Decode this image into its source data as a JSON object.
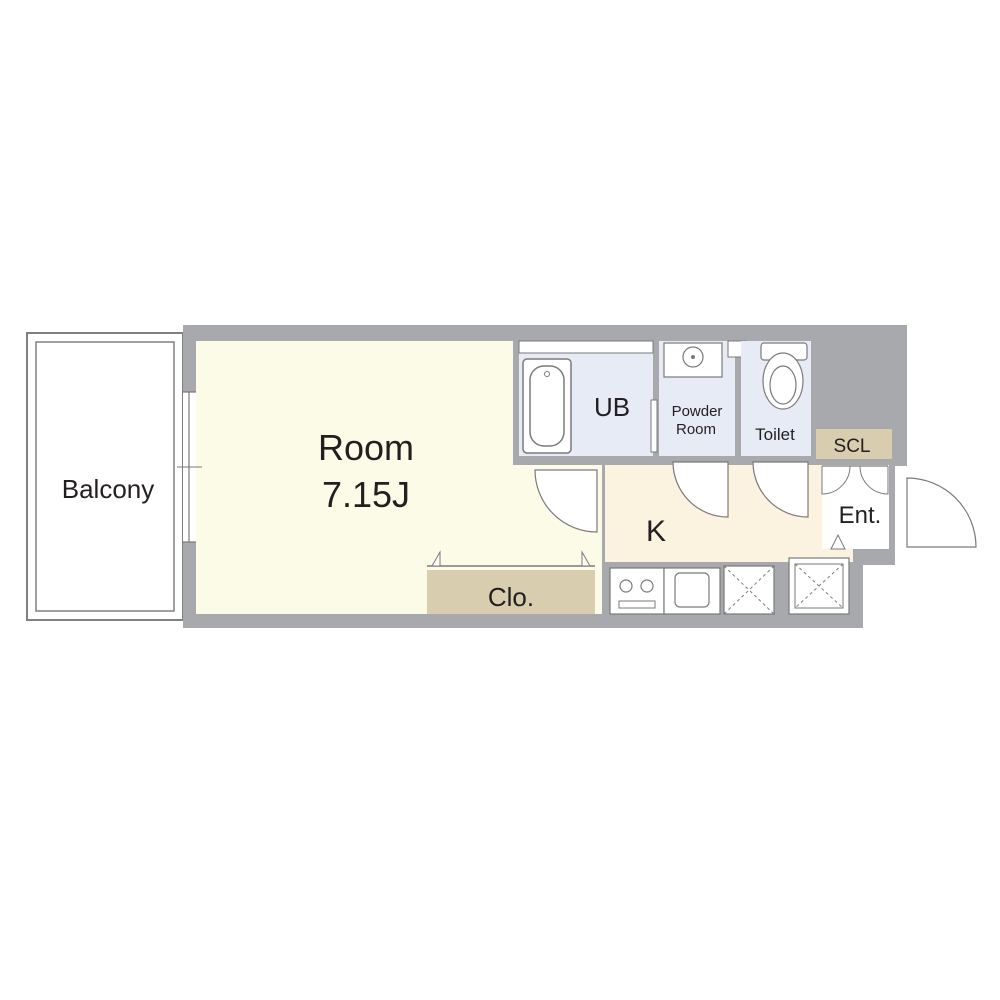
{
  "rooms": {
    "balcony": "Balcony",
    "room_name": "Room",
    "room_size": "7.15J",
    "closet": "Clo.",
    "unit_bath": "UB",
    "powder_room_line1": "Powder",
    "powder_room_line2": "Room",
    "toilet": "Toilet",
    "kitchen": "K",
    "shoe_closet": "SCL",
    "entrance": "Ent."
  },
  "colors": {
    "wall": "#a7a9ac",
    "room_floor": "#fbfbe8",
    "wet_area_floor": "#e6ebf5",
    "kitchen_floor": "#fbf3df",
    "closet_floor": "#d8cdaf",
    "balcony_line": "#808080",
    "fixture_line": "#7a7a7a"
  }
}
